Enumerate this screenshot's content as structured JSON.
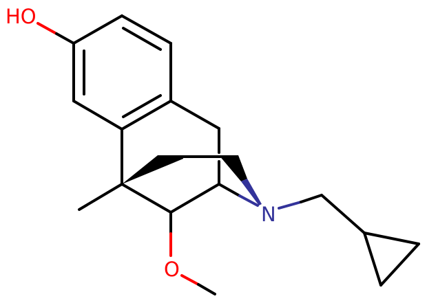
{
  "molecule": {
    "description": "Skeletal structure of a benzomorphan-type molecule with N-cyclopropylmethyl group",
    "colors": {
      "carbon_bond": "#000000",
      "oxygen": "#ff0000",
      "nitrogen": "#33339a",
      "background": "#ffffff"
    },
    "atom_labels": {
      "hydroxyl": "HO",
      "methoxy_oxygen": "O",
      "nitrogen": "N"
    }
  }
}
